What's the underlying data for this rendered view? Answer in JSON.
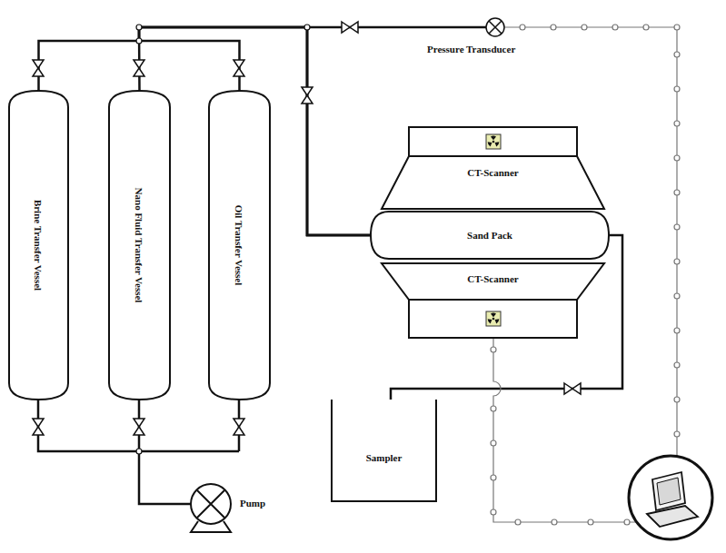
{
  "diagram": {
    "nodes": [
      {
        "text": [
          "Brine Transfer Vessel"
        ]
      },
      {
        "text": [
          "Nano Fluid Transfer Vessel"
        ]
      },
      {
        "text": [
          "Oil Transfer Vessel"
        ]
      },
      {
        "text": [
          "CT-Scanner"
        ]
      },
      {
        "text": [
          "Sand Pack"
        ]
      },
      {
        "text": [
          "CT-Scanner"
        ]
      },
      {
        "text": [
          "Sampler"
        ]
      }
    ],
    "edges": [
      {
        "from": 0,
        "to": 4,
        "arrow": "none"
      },
      {
        "from": 1,
        "to": 4,
        "arrow": "none"
      },
      {
        "from": 2,
        "to": 4,
        "arrow": "none"
      },
      {
        "from": 4,
        "to": 6,
        "arrow": "none"
      }
    ],
    "labels": [
      "Pressure Transducer",
      "Pump"
    ]
  }
}
